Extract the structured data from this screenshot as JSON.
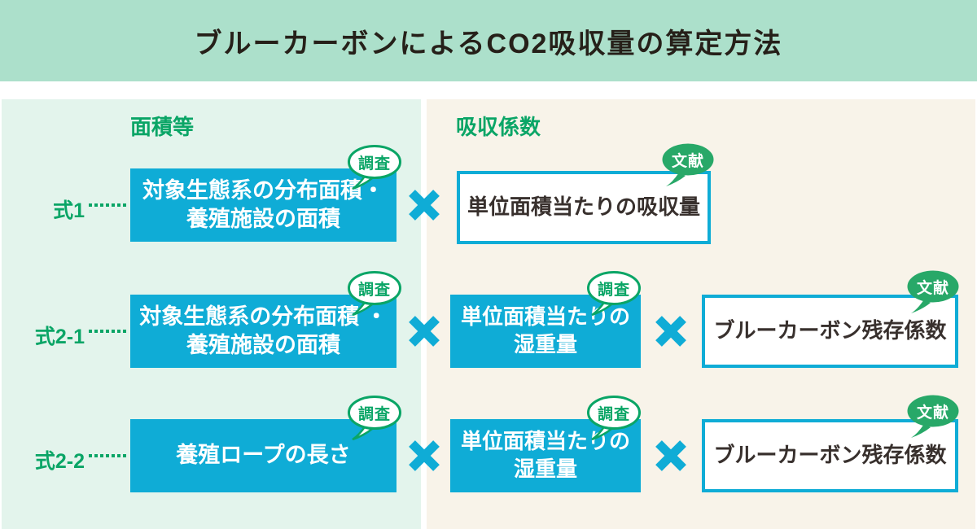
{
  "header": {
    "title": "ブルーカーボンによるCO2吸収量の算定方法"
  },
  "panels": {
    "left_title": "面積等",
    "right_title": "吸収係数"
  },
  "badges": {
    "survey": "調査",
    "literature": "文献"
  },
  "operator": "×",
  "colors": {
    "header_bg": "#ace0cb",
    "left_panel_bg": "#e3f4ec",
    "right_panel_bg": "#f8f3e9",
    "accent_cyan": "#0facd6",
    "green_text": "#0aa566",
    "badge_green_fill": "#28a868",
    "title_text": "#262019",
    "box_text_dark": "#38302d"
  },
  "rows": [
    {
      "label": "式1",
      "cells": [
        {
          "line1": "対象生態系の分布面積・",
          "line2": "養殖施設の面積",
          "badge": "調査",
          "style": "solid"
        },
        {
          "line1": "単位面積当たりの吸収量",
          "line2": "",
          "badge": "文献",
          "style": "outline"
        }
      ]
    },
    {
      "label": "式2-1",
      "cells": [
        {
          "line1": "対象生態系の分布面積 ・",
          "line2": "養殖施設の面積",
          "badge": "調査",
          "style": "solid"
        },
        {
          "line1": "単位面積当たりの",
          "line2": "湿重量",
          "badge": "調査",
          "style": "solid"
        },
        {
          "line1": "ブルーカーボン残存係数",
          "line2": "",
          "badge": "文献",
          "style": "outline"
        }
      ]
    },
    {
      "label": "式2-2",
      "cells": [
        {
          "line1": "養殖ロープの長さ",
          "line2": "",
          "badge": "調査",
          "style": "solid"
        },
        {
          "line1": "単位面積当たりの",
          "line2": "湿重量",
          "badge": "調査",
          "style": "solid"
        },
        {
          "line1": "ブルーカーボン残存係数",
          "line2": "",
          "badge": "文献",
          "style": "outline"
        }
      ]
    }
  ]
}
